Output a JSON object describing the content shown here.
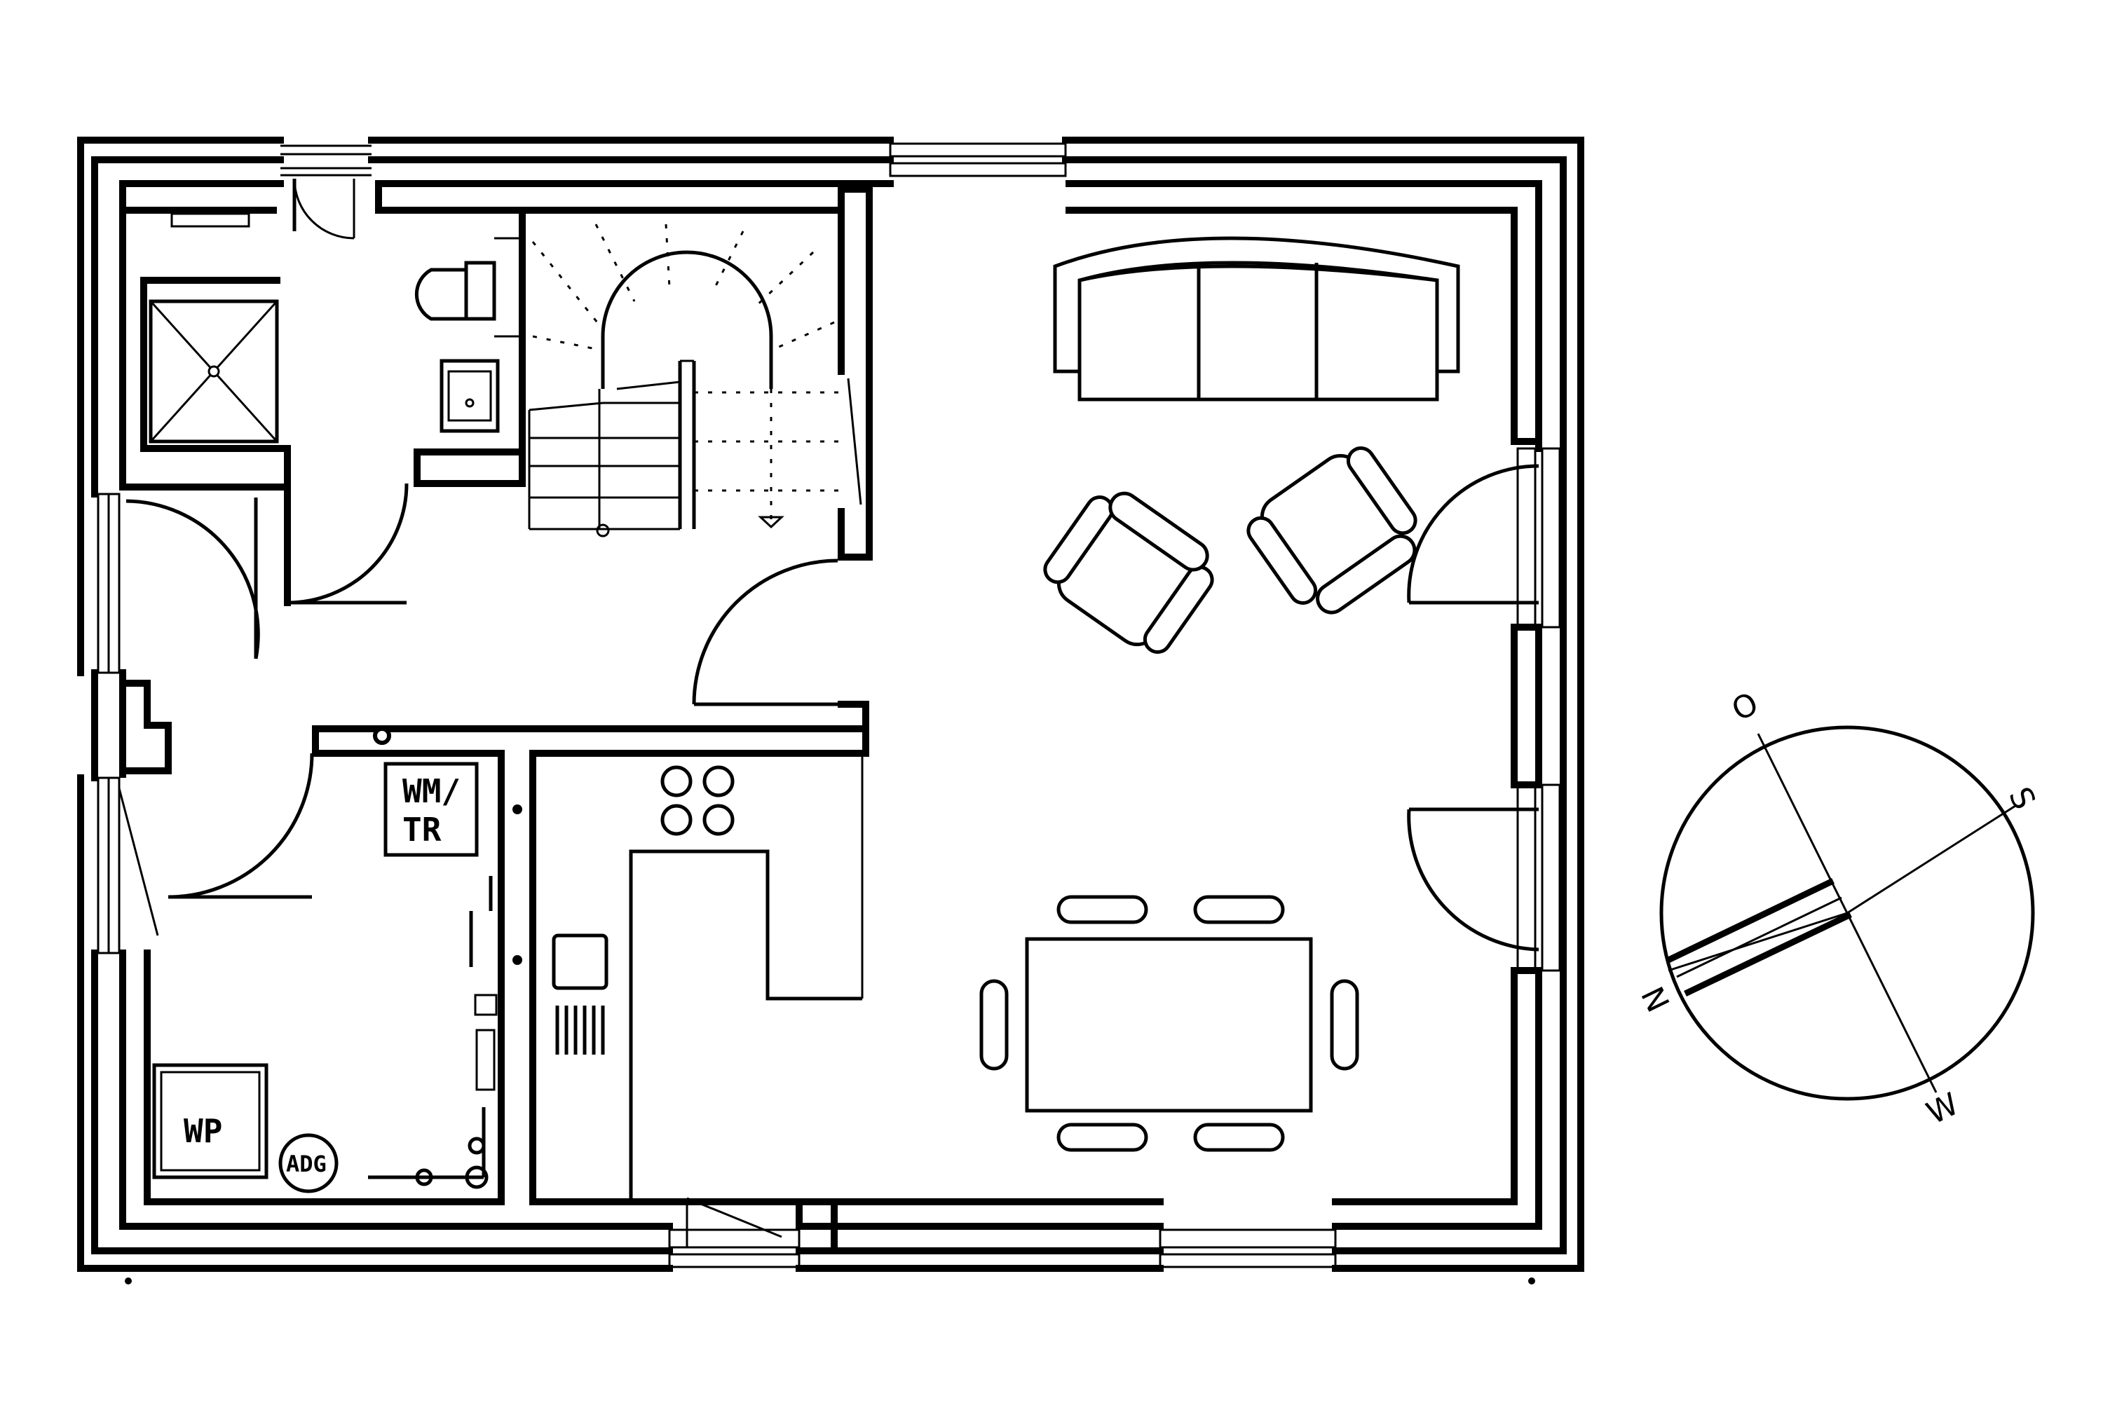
{
  "labels": {
    "washer_dryer_line1": "WM/",
    "washer_dryer_line2": "TR",
    "heat_pump": "WP",
    "adg": "ADG"
  },
  "compass": {
    "north": "N",
    "east": "O",
    "south": "S",
    "west": "W"
  },
  "colors": {
    "line": "#000000",
    "background": "#ffffff"
  }
}
